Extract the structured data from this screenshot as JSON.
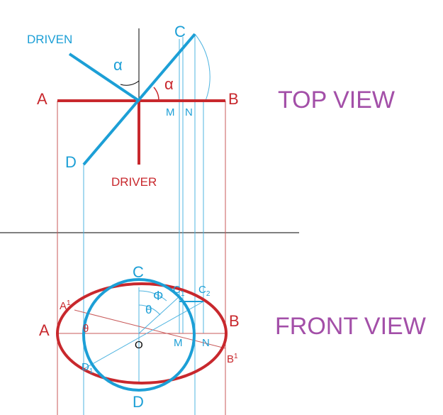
{
  "labels": {
    "driven": "DRIVEN",
    "driver": "DRIVER",
    "alpha": "α",
    "top_a": "A",
    "top_b": "B",
    "top_c": "C",
    "top_d": "D",
    "top_m": "M",
    "top_n": "N",
    "top_view": "TOP VIEW",
    "front_view": "FRONT VIEW",
    "front_a": "A",
    "front_b": "B",
    "front_c": "C",
    "front_d": "D",
    "front_m": "M",
    "front_n": "N",
    "front_o": "O",
    "a1_base": "A",
    "a1_sup": "1",
    "b1_base": "B",
    "b1_sup": "1",
    "c1_base": "C",
    "c1_sub": "1",
    "c2_base": "C",
    "c2_sub": "2",
    "d1_base": "D",
    "d1_sub": "1",
    "phi": "Φ",
    "theta": "θ"
  },
  "colors": {
    "red": "#c8282d",
    "blue": "#1c9fd6",
    "thin_blue": "#4fb4e0",
    "thin_red": "#c85a5a",
    "purple": "#a34fa8",
    "black": "#000000"
  }
}
